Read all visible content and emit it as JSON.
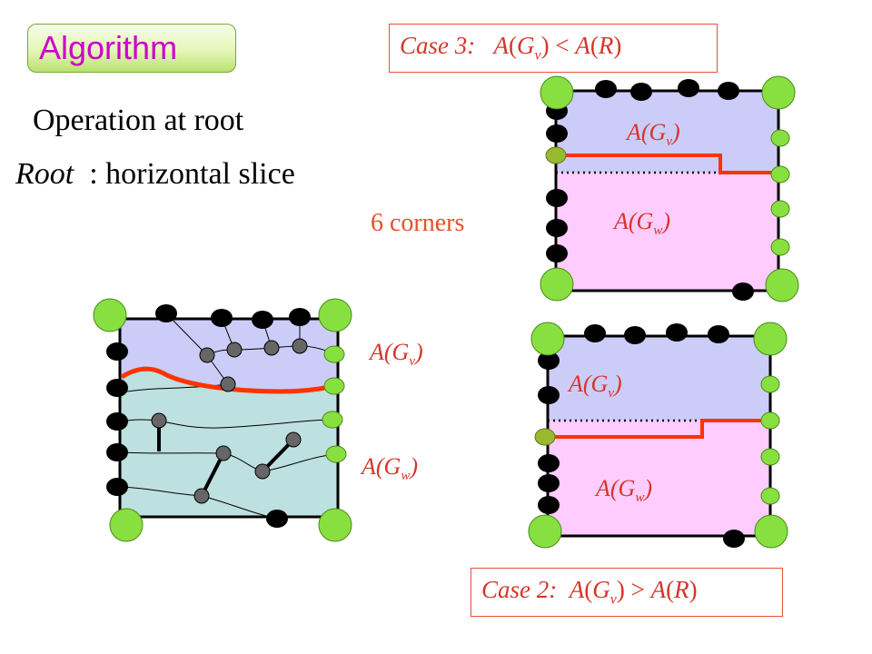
{
  "title": "Algorithm",
  "operation": "Operation at root",
  "root": {
    "italic": "Root",
    "rest": "  : horizontal slice"
  },
  "corners_label": "6 corners",
  "case3": {
    "prefix": "Case 3:",
    "rel": "<",
    "R": "A(R)"
  },
  "case2": {
    "prefix": "Case 2:",
    "rel": ">",
    "R": "A(R)"
  },
  "region": {
    "v": {
      "A": "A(G",
      "sub": "v",
      "close": ")"
    },
    "w": {
      "A": "A(G",
      "sub": "w",
      "close": ")"
    }
  },
  "colors": {
    "title": "#cc00cc",
    "corners": "#e8502a",
    "boundary": "#ff3300",
    "region_v": "#ccccf8",
    "region_w_teal": "#bde0e0",
    "region_w_pink": "#ffccff",
    "corner_node": "#88e040",
    "side_node": "#88e040",
    "black_node": "#000000",
    "grey_node": "#666666"
  }
}
